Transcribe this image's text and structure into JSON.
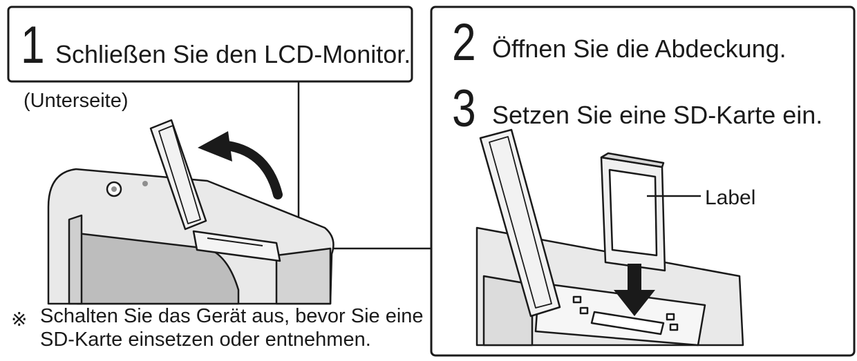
{
  "step1": {
    "number": "1",
    "text": "Schließen Sie den LCD-Monitor."
  },
  "step2": {
    "number": "2",
    "text": "Öffnen Sie die Abdeckung."
  },
  "step3": {
    "number": "3",
    "text": "Setzen Sie eine SD-Karte ein."
  },
  "view_label": "(Unterseite)",
  "card_label": "Label",
  "note": {
    "mark": "※",
    "line1": "Schalten Sie das Gerät aus, bevor Sie eine",
    "line2": "SD-Karte einsetzen oder entnehmen."
  },
  "colors": {
    "ink": "#1a1a1a",
    "body_fill": "#e9e9e9",
    "shade": "#c9c9c9",
    "dark": "#8e8e8e"
  }
}
